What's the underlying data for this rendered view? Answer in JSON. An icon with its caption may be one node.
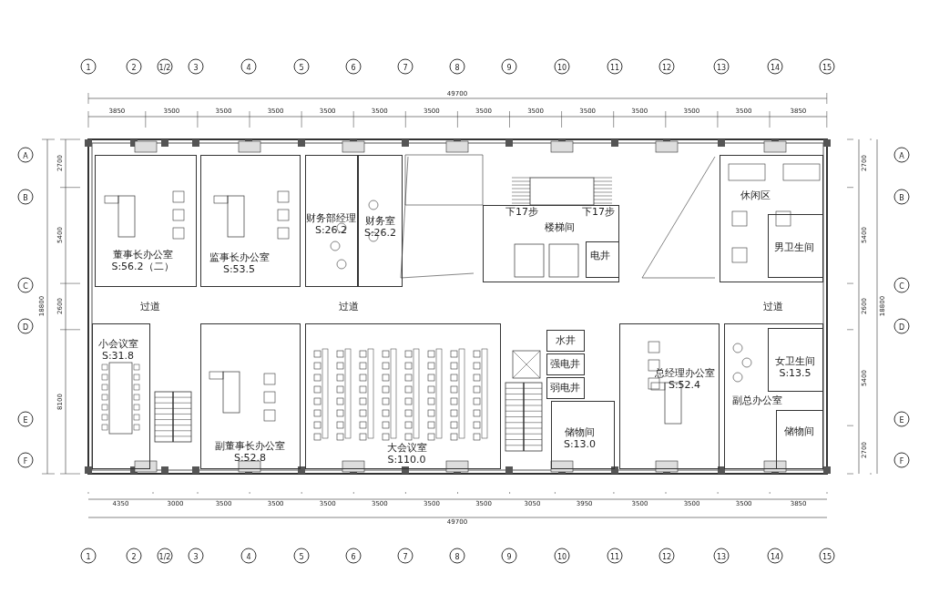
{
  "diagram": {
    "nodes": [
      {
        "text": [
          "董事长办公室",
          "S:56.2（二）"
        ]
      },
      {
        "text": [
          "监事长办公室",
          "S:53.5"
        ]
      },
      {
        "text": [
          "财务部经理",
          "S:26.2"
        ]
      },
      {
        "text": [
          "财务室",
          "S:26.2"
        ]
      },
      {
        "text": [
          "楼梯间"
        ]
      },
      {
        "text": [
          "电井"
        ],
        "in": 4
      },
      {
        "text": [
          "休闲区"
        ]
      },
      {
        "text": [
          "男卫生间"
        ],
        "in": 6
      },
      {
        "text": [
          "小会议室",
          "S:31.8"
        ]
      },
      {
        "text": [
          "副董事长办公室",
          "S:52.8"
        ]
      },
      {
        "text": [
          "大会议室",
          "S:110.0"
        ]
      },
      {
        "text": [
          "水井"
        ]
      },
      {
        "text": [
          "强电井"
        ]
      },
      {
        "text": [
          "弱电井"
        ]
      },
      {
        "text": [
          "储物间",
          "S:13.0"
        ]
      },
      {
        "text": [
          "总经理办公室",
          "S:52.4"
        ]
      },
      {
        "text": [
          "副总办公室"
        ]
      },
      {
        "text": [
          "女卫生间",
          "S:13.5"
        ],
        "in": 16
      },
      {
        "text": [
          "储物间"
        ],
        "in": 16
      }
    ],
    "edges": [],
    "labels": [
      "1",
      "2",
      "1/2",
      "3",
      "4",
      "5",
      "6",
      "7",
      "8",
      "9",
      "10",
      "11",
      "12",
      "13",
      "14",
      "15",
      "49700",
      "3850",
      "3500",
      "3500",
      "3500",
      "3500",
      "3500",
      "3500",
      "3500",
      "3500",
      "3500",
      "3500",
      "3500",
      "3500",
      "3850",
      "A",
      "B",
      "C",
      "D",
      "E",
      "F",
      "2700",
      "5400",
      "2600",
      "8100",
      "18800",
      "A",
      "B",
      "C",
      "D",
      "E",
      "F",
      "2700",
      "5400",
      "2600",
      "5400",
      "2700",
      "18800",
      "下17步",
      "下17步",
      "过道",
      "过道",
      "过道",
      "4350",
      "3000",
      "3500",
      "3500",
      "3500",
      "3500",
      "3500",
      "3500",
      "3050",
      "3950",
      "3500",
      "3500",
      "3500",
      "3850",
      "49700",
      "1",
      "2",
      "1/2",
      "3",
      "4",
      "5",
      "6",
      "7",
      "8",
      "9",
      "10",
      "11",
      "12",
      "13",
      "14",
      "15"
    ]
  }
}
